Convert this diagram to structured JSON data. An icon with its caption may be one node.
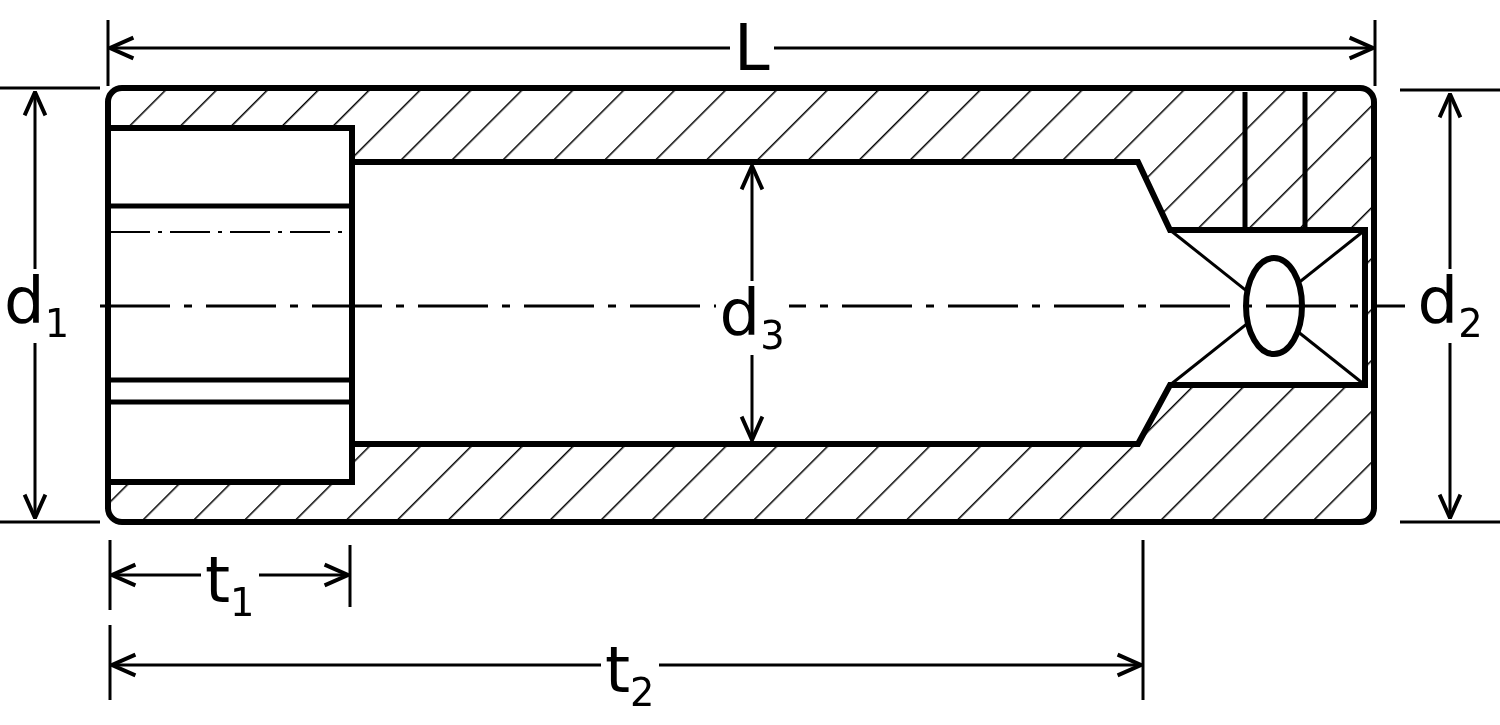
{
  "diagram": {
    "labels": [
      "L",
      "d$_{1}$",
      "d$_{3}$",
      "d$_{2}$",
      "t$_{1}$",
      "t$_{2}$"
    ]
  }
}
